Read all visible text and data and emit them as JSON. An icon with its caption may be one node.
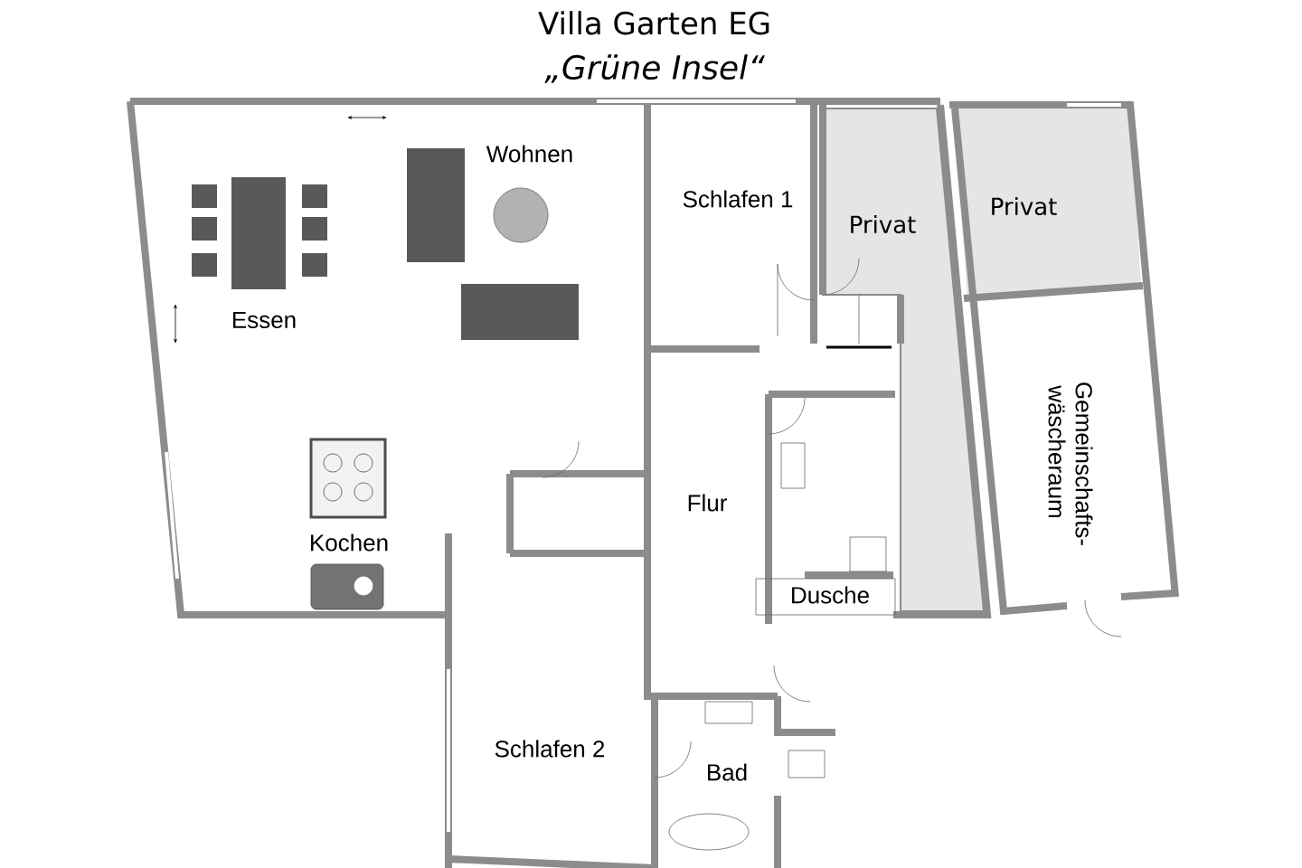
{
  "diagram": {
    "title": "Villa Garten EG",
    "labels": [
      "„Grüne Insel“",
      "Wohnen",
      "Schlafen 1",
      "Privat",
      "Privat",
      "Essen",
      "Gemeinschafts- wäscheraum",
      "Flur",
      "Kochen",
      "Dusche",
      "Schlafen 2",
      "Bad"
    ]
  }
}
